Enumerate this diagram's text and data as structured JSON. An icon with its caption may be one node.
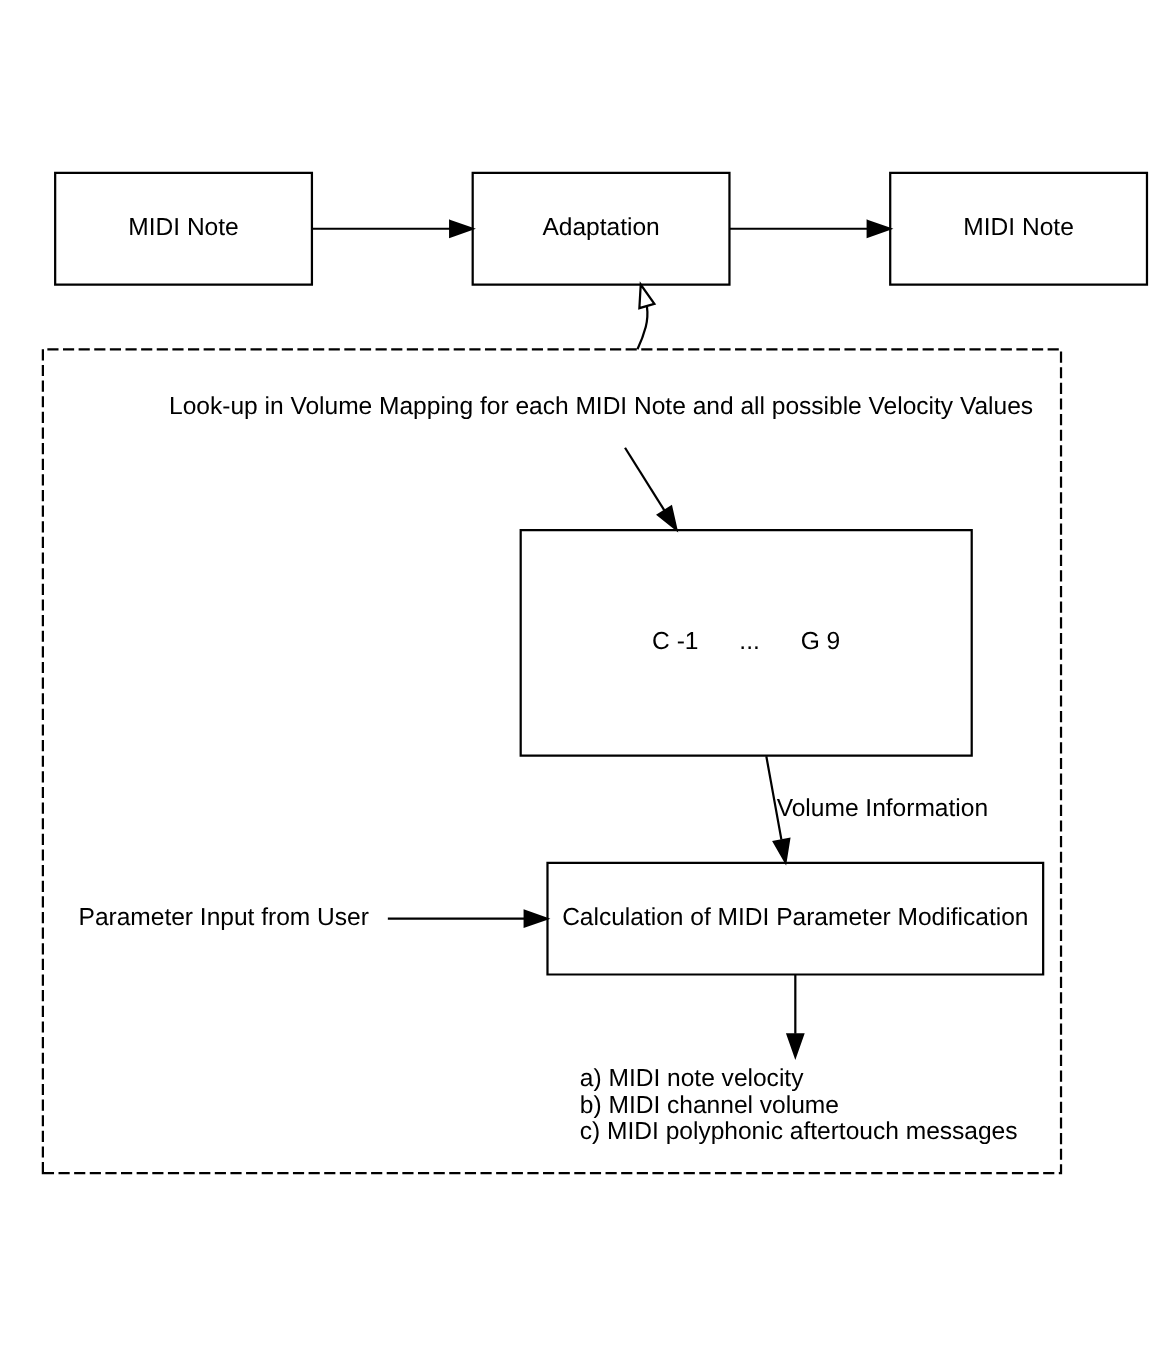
{
  "diagram": {
    "nodes": [
      {
        "text": [
          "MIDI Note"
        ]
      },
      {
        "text": [
          "Adaptation"
        ]
      },
      {
        "text": [
          "MIDI Note"
        ]
      },
      {
        "text": [],
        "shape": "box"
      },
      {
        "text": [
          "Look-up in Volume Mapping for each MIDI Note and all possible Velocity Values"
        ],
        "in": 3
      },
      {
        "text": [
          "C -1",
          "...",
          "G 9"
        ],
        "in": 3
      },
      {
        "text": [
          "Calculation of MIDI Parameter Modification"
        ],
        "in": 3
      },
      {
        "text": [
          "Parameter Input from User"
        ],
        "in": 3
      },
      {
        "text": [
          "a) MIDI note velocity",
          "b) MIDI channel volume",
          "c) MIDI polyphonic aftertouch messages"
        ],
        "in": 3
      }
    ],
    "edges": [
      {
        "from": 0,
        "to": 1,
        "arrow": "to"
      },
      {
        "from": 1,
        "to": 2,
        "arrow": "to"
      },
      {
        "from": 3,
        "to": 1,
        "arrow": "to"
      },
      {
        "from": 4,
        "to": 5,
        "arrow": "to"
      },
      {
        "from": 5,
        "to": 6,
        "arrow": "to",
        "label": "Volume Information"
      },
      {
        "from": 7,
        "to": 6,
        "arrow": "to"
      },
      {
        "from": 6,
        "to": 8,
        "arrow": "to"
      }
    ]
  }
}
